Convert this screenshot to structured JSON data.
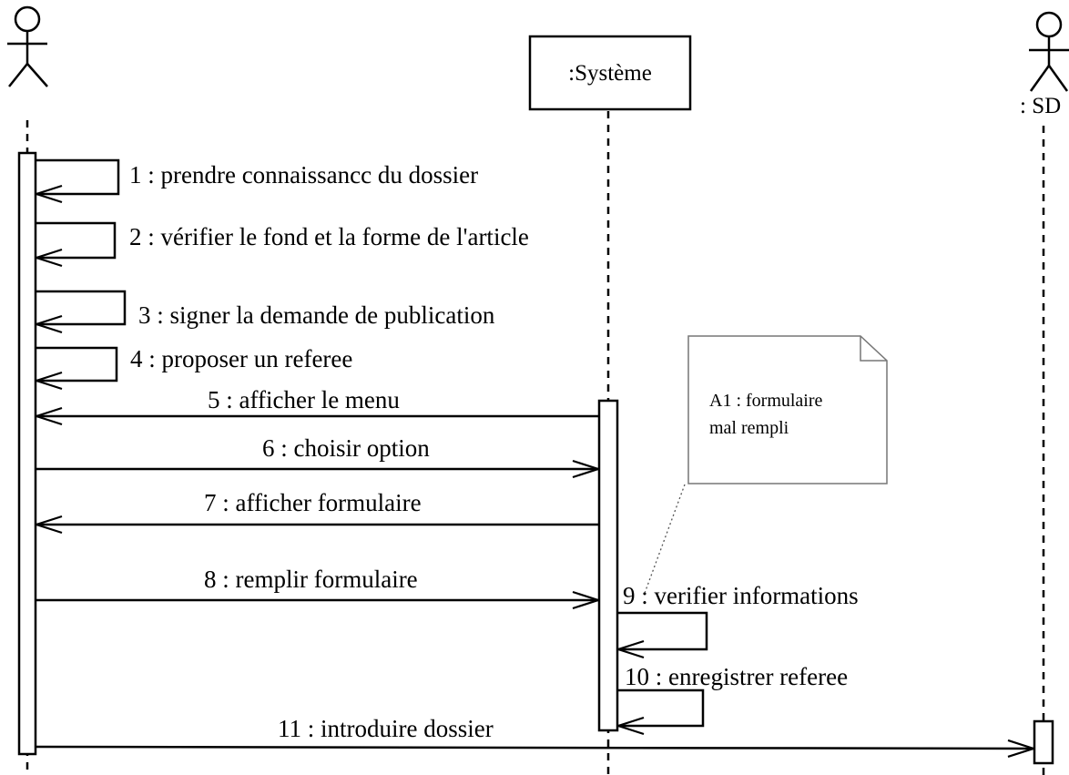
{
  "diagram": {
    "type": "sequence",
    "system_object": ":Système",
    "sd_actor": ": SD",
    "messages": [
      {
        "n": 1,
        "label": "1 : prendre connaissancc du dossier"
      },
      {
        "n": 2,
        "label": "2 : vérifier le fond et la forme de l'article"
      },
      {
        "n": 3,
        "label": "3 : signer la demande de publication"
      },
      {
        "n": 4,
        "label": "4 : proposer un referee"
      },
      {
        "n": 5,
        "label": "5 : afficher le menu"
      },
      {
        "n": 6,
        "label": "6 : choisir option"
      },
      {
        "n": 7,
        "label": "7 : afficher formulaire"
      },
      {
        "n": 8,
        "label": "8 : remplir formulaire"
      },
      {
        "n": 9,
        "label": "9 : verifier informations"
      },
      {
        "n": 10,
        "label": "10 : enregistrer referee"
      },
      {
        "n": 11,
        "label": "11 : introduire dossier"
      }
    ],
    "note": {
      "line1": "A1 : formulaire",
      "line2": "mal rempli"
    }
  }
}
